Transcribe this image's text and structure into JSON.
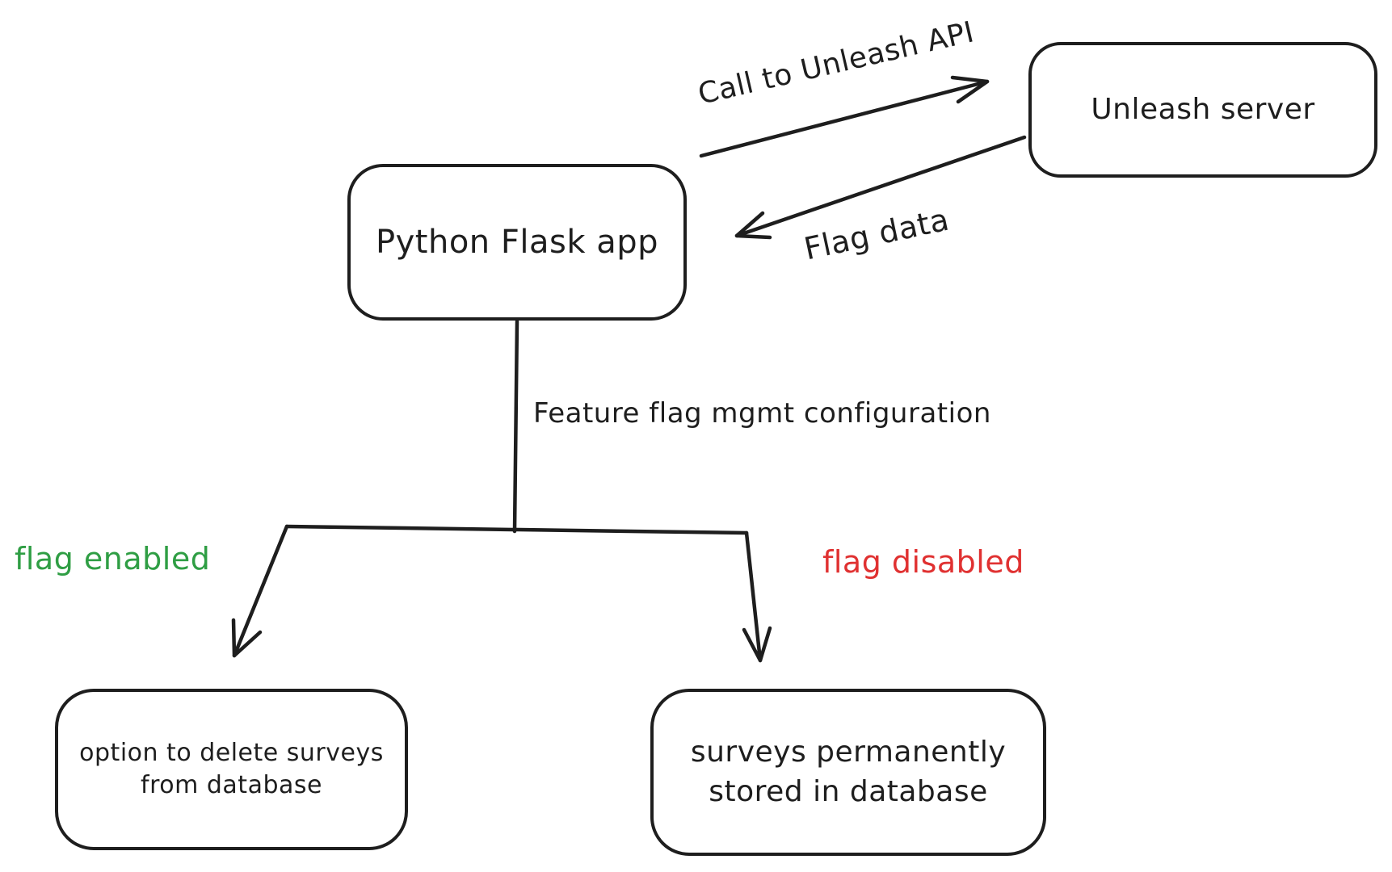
{
  "diagram": {
    "title_hint": "Feature flag flow for Python Flask survey app",
    "colors": {
      "stroke": "#1e1e1e",
      "background": "#ffffff",
      "enabled_green": "#2f9e44",
      "disabled_red": "#e03131"
    },
    "nodes": {
      "flask_app": {
        "label": "Python Flask app"
      },
      "unleash_server": {
        "label": "Unleash server"
      },
      "enabled_outcome": {
        "line1": "option to delete surveys",
        "line2": "from database"
      },
      "disabled_outcome": {
        "line1": "surveys permanently",
        "line2": "stored in database"
      }
    },
    "edges": {
      "call_api": {
        "label": "Call to Unleash API",
        "from": "Python Flask app",
        "to": "Unleash server"
      },
      "flag_data": {
        "label": "Flag data",
        "from": "Unleash server",
        "to": "Python Flask app"
      },
      "config": {
        "label": "Feature flag mgmt configuration"
      }
    },
    "branches": {
      "enabled": {
        "label": "flag enabled"
      },
      "disabled": {
        "label": "flag disabled"
      }
    }
  }
}
